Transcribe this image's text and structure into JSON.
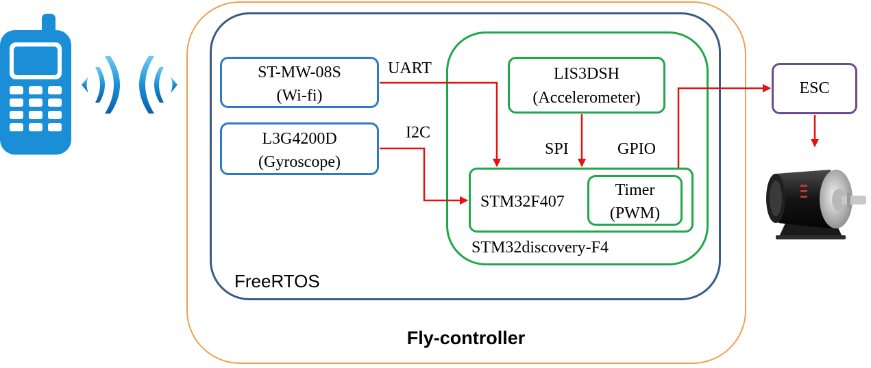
{
  "containers": {
    "fly_controller": "Fly-controller",
    "freertos": "FreeRTOS",
    "discovery_board": "STM32discovery-F4"
  },
  "blocks": {
    "wifi": {
      "line1": "ST-MW-08S",
      "line2": "(Wi-fi)"
    },
    "gyro": {
      "line1": "L3G4200D",
      "line2": "(Gyroscope)"
    },
    "accel": {
      "line1": "LIS3DSH",
      "line2": "(Accelerometer)"
    },
    "mcu": "STM32F407",
    "timer": {
      "line1": "Timer",
      "line2": "(PWM)"
    },
    "esc": "ESC"
  },
  "buses": {
    "uart": "UART",
    "i2c": "I2C",
    "spi": "SPI",
    "gpio": "GPIO"
  },
  "icons": {
    "phone": "mobile-phone-icon",
    "signal": "wireless-signal-icon",
    "motor": "electric-motor-icon"
  },
  "colors": {
    "fly_controller_border": "#F0A04E",
    "freertos_border": "#3A5A85",
    "board_border": "#1EA84A",
    "sensor_border": "#2F7AC4",
    "esc_border": "#6B4C8A",
    "arrow": "#E3130F",
    "phone": "#1A8FD8"
  }
}
